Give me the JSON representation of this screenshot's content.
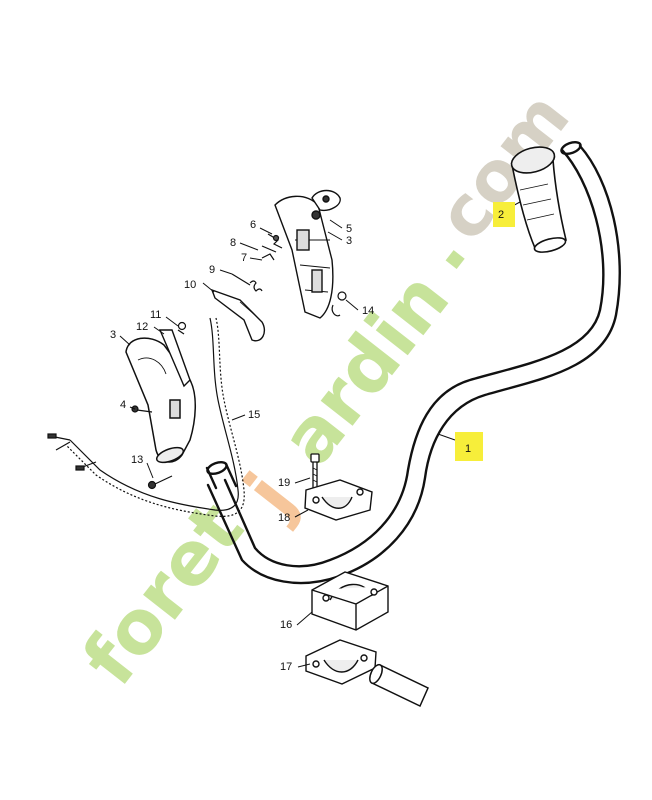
{
  "watermark": {
    "text_green": "foret",
    "text_orange": "j",
    "text_green2": "ardin",
    "text_dot": ".",
    "text_grey": "com",
    "colors": {
      "green": "#c7e39a",
      "orange": "#f6c69b",
      "grey": "#d6d1c5"
    }
  },
  "callouts": {
    "c1": "1",
    "c2": "2",
    "c3a": "3",
    "c3b": "3",
    "c4": "4",
    "c5": "5",
    "c6": "6",
    "c7": "7",
    "c8": "8",
    "c9": "9",
    "c10": "10",
    "c11": "11",
    "c12": "12",
    "c13": "13",
    "c14": "14",
    "c15": "15",
    "c16": "16",
    "c17": "17",
    "c18": "18",
    "c19": "19"
  },
  "highlight_color": "#f7ee3a"
}
